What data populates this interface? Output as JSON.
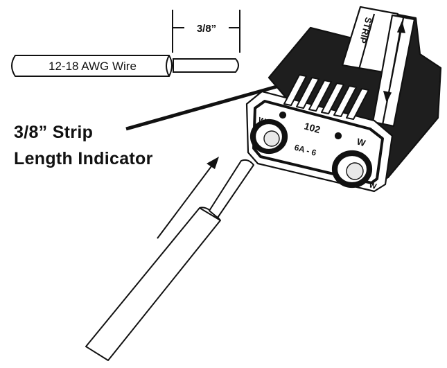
{
  "dimension": {
    "label": "3/8”"
  },
  "wire": {
    "label": "12-18 AWG Wire"
  },
  "callout": {
    "line1": "3/8”  Strip",
    "line2": "Length Indicator"
  },
  "connector": {
    "strip_label": "STRIP",
    "marking_number": "102",
    "marking_rating": "6A - 6",
    "terminal_letter": "W"
  },
  "colors": {
    "ink": "#111111",
    "paper": "#ffffff",
    "shade": "#222222"
  }
}
